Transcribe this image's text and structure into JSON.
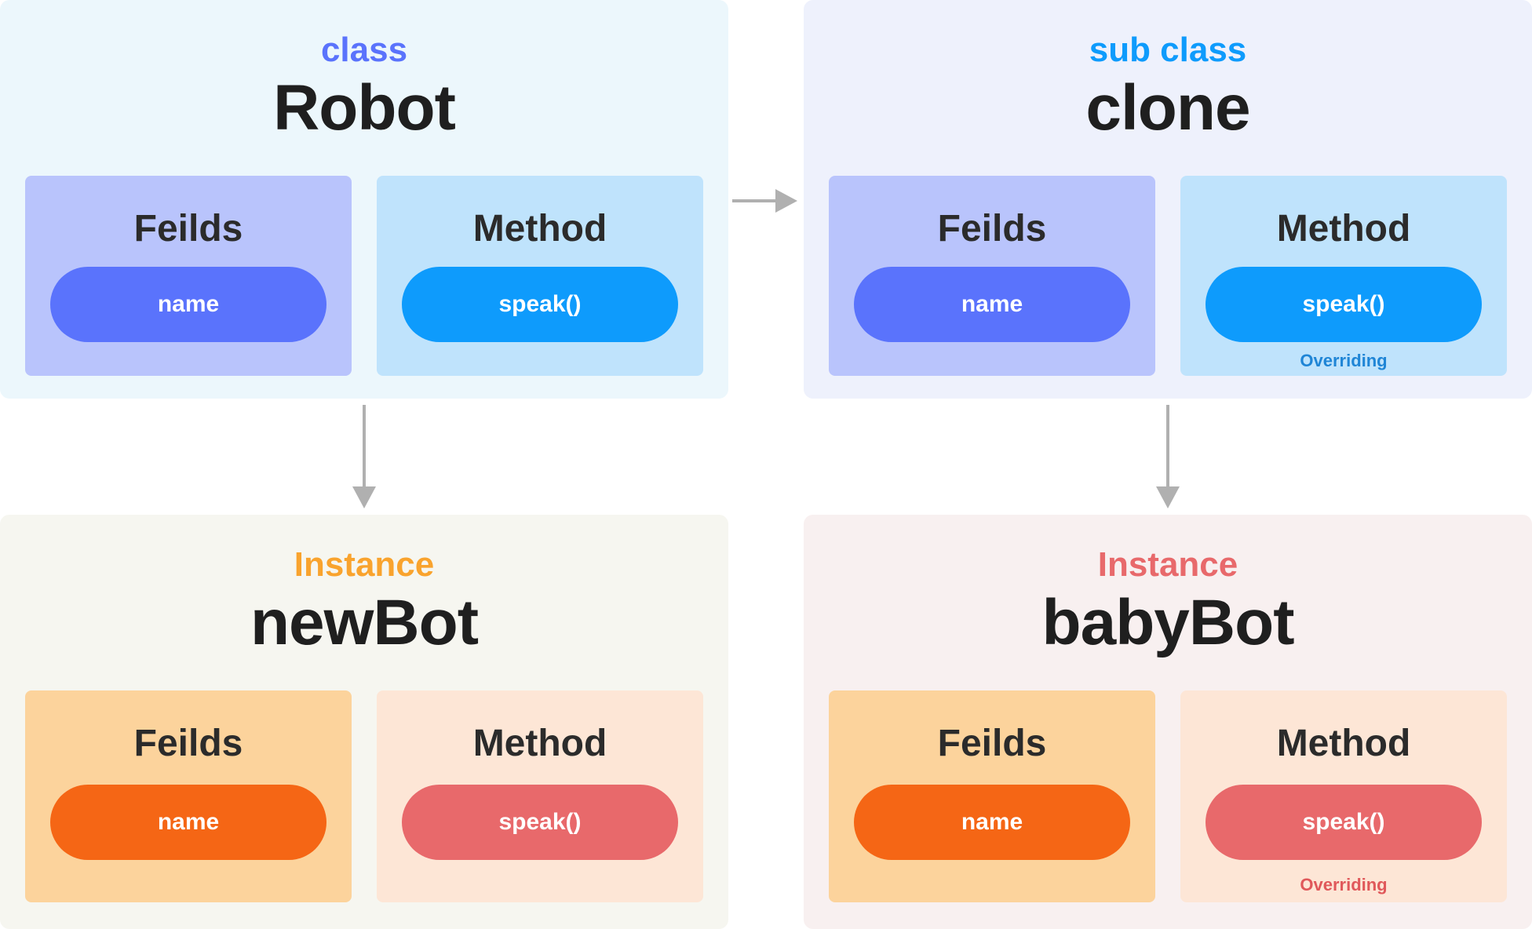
{
  "colors": {
    "class_kind": "#5a73fc",
    "subclass_kind": "#0e9bfc",
    "instance_newbot_kind": "#f9a32d",
    "instance_babybot_kind": "#e8696b",
    "arrow": "#b0b0b0",
    "override_blue": "#1f85d6",
    "override_red": "#e0585a"
  },
  "robot": {
    "kind": "class",
    "name": "Robot",
    "fields_title": "Feilds",
    "field": "name",
    "method_title": "Method",
    "method": "speak()"
  },
  "clone": {
    "kind": "sub class",
    "name": "clone",
    "fields_title": "Feilds",
    "field": "name",
    "method_title": "Method",
    "method": "speak()",
    "method_note": "Overriding"
  },
  "newbot": {
    "kind": "Instance",
    "name": "newBot",
    "fields_title": "Feilds",
    "field": "name",
    "method_title": "Method",
    "method": "speak()"
  },
  "babybot": {
    "kind": "Instance",
    "name": "babyBot",
    "fields_title": "Feilds",
    "field": "name",
    "method_title": "Method",
    "method": "speak()",
    "method_note": "Overriding"
  }
}
